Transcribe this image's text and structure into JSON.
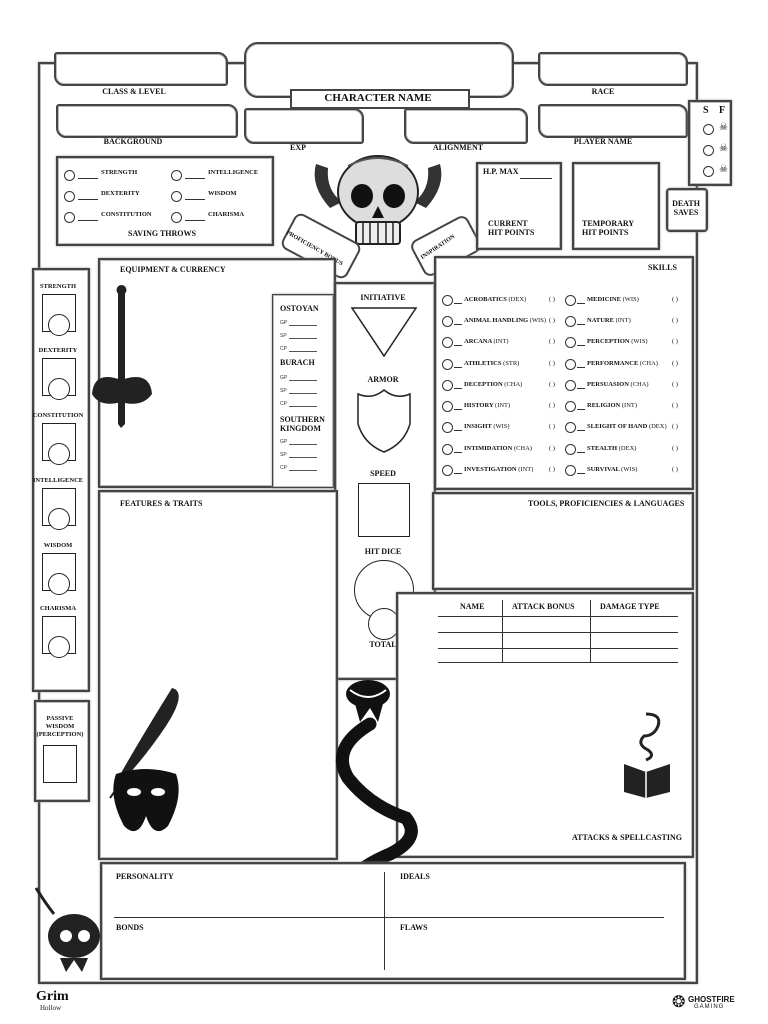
{
  "header": {
    "class_level": "CLASS & LEVEL",
    "character_name": "CHARACTER NAME",
    "race": "RACE",
    "background": "BACKGROUND",
    "exp": "EXP",
    "alignment": "ALIGNMENT",
    "player_name": "PLAYER NAME"
  },
  "death_saves": {
    "s": "S",
    "f": "F",
    "label_line1": "DEATH",
    "label_line2": "SAVES"
  },
  "saving_throws": {
    "title": "SAVING THROWS",
    "items": [
      "STRENGTH",
      "INTELLIGENCE",
      "DEXTERITY",
      "WISDOM",
      "CONSTITUTION",
      "CHARISMA"
    ]
  },
  "banners": {
    "proficiency_bonus": "PROFICIENCY BONUS",
    "inspiration": "INSPIRATION"
  },
  "hp": {
    "max": "H.P. MAX",
    "current_line1": "CURRENT",
    "current_line2": "HIT POINTS",
    "temp_line1": "TEMPORARY",
    "temp_line2": "HIT POINTS"
  },
  "abilities": [
    "STRENGTH",
    "DEXTERITY",
    "CONSTITUTION",
    "INTELLIGENCE",
    "WISDOM",
    "CHARISMA"
  ],
  "equipment": {
    "title": "EQUIPMENT & CURRENCY",
    "regions": [
      {
        "name": "OSTOYAN",
        "coins": [
          "GP",
          "SP",
          "CP"
        ]
      },
      {
        "name": "BURACH",
        "coins": [
          "GP",
          "SP",
          "CP"
        ]
      },
      {
        "name_line1": "SOUTHERN",
        "name_line2": "KINGDOM",
        "coins": [
          "GP",
          "SP",
          "CP"
        ]
      }
    ]
  },
  "combat": {
    "initiative": "INITIATIVE",
    "armor": "ARMOR",
    "speed": "SPEED",
    "hit_dice": "HIT DICE",
    "total": "TOTAL"
  },
  "skills": {
    "title": "SKILLS",
    "left": [
      {
        "name": "ACROBATICS",
        "ability": "(DEX)"
      },
      {
        "name": "ANIMAL HANDLING",
        "ability": "(WIS)"
      },
      {
        "name": "ARCANA",
        "ability": "(INT)"
      },
      {
        "name": "ATHLETICS",
        "ability": "(STR)"
      },
      {
        "name": "DECEPTION",
        "ability": "(CHA)"
      },
      {
        "name": "HISTORY",
        "ability": "(INT)"
      },
      {
        "name": "INSIGHT",
        "ability": "(WIS)"
      },
      {
        "name": "INTIMIDATION",
        "ability": "(CHA)"
      },
      {
        "name": "INVESTIGATION",
        "ability": "(INT)"
      }
    ],
    "right": [
      {
        "name": "MEDICINE",
        "ability": "(WIS)"
      },
      {
        "name": "NATURE",
        "ability": "(INT)"
      },
      {
        "name": "PERCEPTION",
        "ability": "(WIS)"
      },
      {
        "name": "PERFORMANCE",
        "ability": "(CHA)"
      },
      {
        "name": "PERSUASION",
        "ability": "(CHA)"
      },
      {
        "name": "RELIGION",
        "ability": "(INT)"
      },
      {
        "name": "SLEIGHT OF HAND",
        "ability": "(DEX)"
      },
      {
        "name": "STEALTH",
        "ability": "(DEX)"
      },
      {
        "name": "SURVIVAL",
        "ability": "(WIS)"
      }
    ],
    "paren": "(   )"
  },
  "features": {
    "title": "FEATURES & TRAITS"
  },
  "tools": {
    "title": "TOOLS, PROFICIENCIES & LANGUAGES"
  },
  "attacks": {
    "headers": [
      "NAME",
      "ATTACK BONUS",
      "DAMAGE TYPE"
    ],
    "title": "ATTACKS & SPELLCASTING"
  },
  "passive": {
    "line1": "PASSIVE",
    "line2": "WISDOM",
    "line3": "(PERCEPTION)"
  },
  "traits": {
    "personality": "PERSONALITY",
    "ideals": "IDEALS",
    "bonds": "BONDS",
    "flaws": "FLAWS"
  },
  "footer": {
    "left_logo_top": "Grim",
    "left_logo_bottom": "Hollow",
    "right_logo_top": "GHOSTFIRE",
    "right_logo_bottom": "GAMING"
  }
}
